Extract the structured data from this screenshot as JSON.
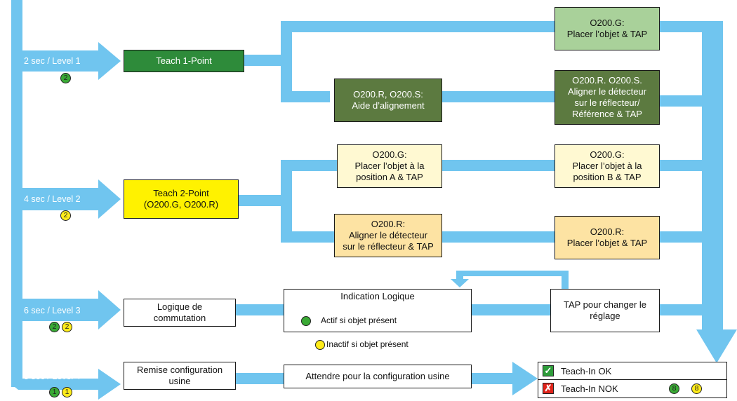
{
  "levels": [
    {
      "label": "2 sec / Level 1",
      "dots": [
        {
          "color": "green",
          "num": "2"
        }
      ]
    },
    {
      "label": "4 sec / Level 2",
      "dots": [
        {
          "color": "yellow",
          "num": "2"
        }
      ]
    },
    {
      "label": "6 sec / Level 3",
      "dots": [
        {
          "color": "green",
          "num": "2"
        },
        {
          "color": "yellow",
          "num": "2"
        }
      ]
    },
    {
      "label": "8 sec / Level 4",
      "dots": [
        {
          "color": "green",
          "num": "1"
        },
        {
          "color": "yellow",
          "num": "1"
        }
      ]
    }
  ],
  "boxes": {
    "teach1": "Teach 1-Point",
    "teach1_g": "O200.G:\nPlacer l’objet & TAP",
    "teach1_rs_align": "O200.R, O200.S:\nAide d’alignement",
    "teach1_rs_ref": "O200.R. O200.S.\nAligner le détecteur\nsur le  réflecteur/\nRéférence & TAP",
    "teach2": "Teach 2-Point\n(O200.G, O200.R)",
    "teach2_g_a": "O200.G:\nPlacer l’objet à la\nposition A & TAP",
    "teach2_g_b": "O200.G:\nPlacer l’objet à la\nposition B & TAP",
    "teach2_r_align": "O200.R:\nAligner le détecteur\nsur le réflecteur & TAP",
    "teach2_r_place": "O200.R:\nPlacer l’objet & TAP",
    "logic": "Logique de\ncommutation",
    "indication_title": "Indication Logique",
    "indication_active": "Actif si objet présent",
    "indication_inactive": "Inactif si objet présent",
    "tap_change": "TAP pour changer le\nréglage",
    "reset": "Remise configuration\nusine",
    "wait": "Attendre pour la configuration usine"
  },
  "status": {
    "ok_label": "Teach-In OK",
    "nok_label": "Teach-In NOK",
    "ok_mark": "✓",
    "nok_mark": "✗",
    "nok_dots": [
      {
        "color": "green",
        "num": "8"
      },
      {
        "color": "yellow",
        "num": "8"
      }
    ]
  },
  "colors": {
    "flow": "#70c5ef",
    "dark_green": "#2e8b3a",
    "olive": "#5c7a40",
    "light_green": "#a9d19a",
    "yellow": "#fff200",
    "pale_yellow": "#fff9d2",
    "peach": "#fde3a3"
  }
}
